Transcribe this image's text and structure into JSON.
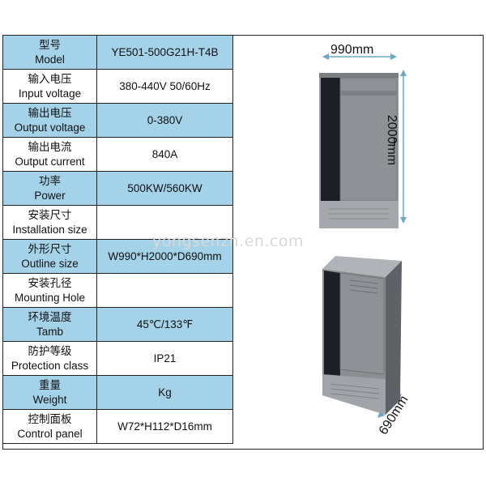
{
  "specs": [
    {
      "zh": "型号",
      "en": "Model",
      "value": "YE501-500G21H-T4B",
      "highlight": true
    },
    {
      "zh": "输入电压",
      "en": "Input voltage",
      "value": "380-440V 50/60Hz",
      "highlight": false
    },
    {
      "zh": "输出电压",
      "en": "Output voltage",
      "value": "0-380V",
      "highlight": true
    },
    {
      "zh": "输出电流",
      "en": "Output current",
      "value": "840A",
      "highlight": false
    },
    {
      "zh": "功率",
      "en": "Power",
      "value": "500KW/560KW",
      "highlight": true
    },
    {
      "zh": "安装尺寸",
      "en": "Installation size",
      "value": "",
      "highlight": false
    },
    {
      "zh": "外形尺寸",
      "en": "Outline size",
      "value": "W990*H2000*D690mm",
      "highlight": true
    },
    {
      "zh": "安装孔径",
      "en": "Mounting Hole",
      "value": "",
      "highlight": false
    },
    {
      "zh": "环境温度",
      "en": "Tamb",
      "value": "45℃/133℉",
      "highlight": true
    },
    {
      "zh": "防护等级",
      "en": "Protection class",
      "value": "IP21",
      "highlight": false
    },
    {
      "zh": "重量",
      "en": "Weight",
      "value": "Kg",
      "highlight": true
    },
    {
      "zh": "控制面板",
      "en": "Control panel",
      "value": "W72*H112*D16mm",
      "highlight": false
    }
  ],
  "dimensions": {
    "width": "990mm",
    "height": "2000mm",
    "depth": "690mm"
  },
  "watermark": "yongsenzn.en.com",
  "colors": {
    "highlight_row": "#a4d2e8",
    "cabinet_body": "#8e9296",
    "cabinet_dark": "#1c2026"
  }
}
